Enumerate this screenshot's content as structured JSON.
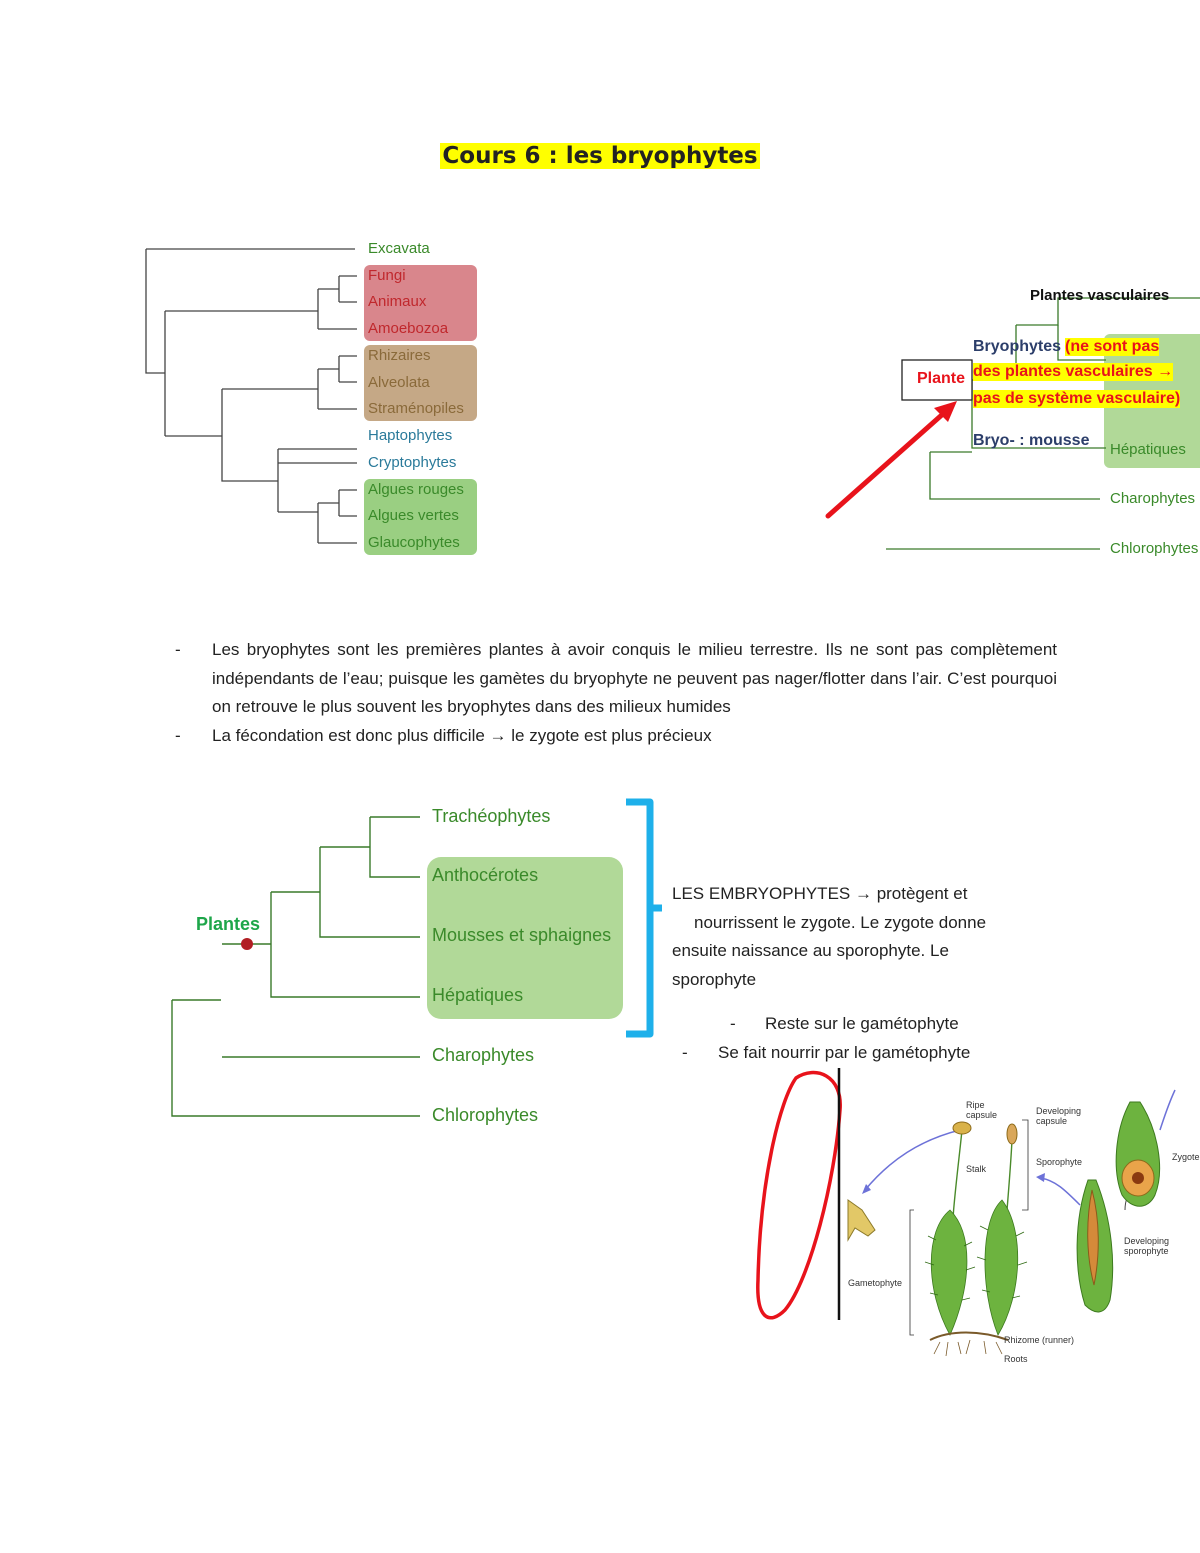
{
  "title": "Cours 6 : les bryophytes",
  "tree_eukaryotes": {
    "taxa": [
      "Excavata",
      "Fungi",
      "Animaux",
      "Amoebozoa",
      "Rhizaires",
      "Alveolata",
      "Straménopiles",
      "Haptophytes",
      "Cryptophytes",
      "Algues rouges",
      "Algues vertes",
      "Glaucophytes"
    ],
    "colors": {
      "red_box": "#d9868c",
      "brown_box": "#c5a886",
      "green_box": "#9acf82"
    }
  },
  "tree_plants_right": {
    "plantes": "Plante",
    "vascular": "Plantes vasculaires",
    "bryophytes": "Bryophytes",
    "note_line1": "(ne sont pas",
    "note_line2": "des plantes vasculaires →",
    "note_line3": "pas de système vasculaire)",
    "bryo_mousse": "Bryo- : mousse",
    "hepatiques": "Hépatiques",
    "charophytes": "Charophytes",
    "chlorophytes": "Chlorophytes"
  },
  "bullets": [
    "Les bryophytes sont les premières plantes à avoir conquis le milieu terrestre. Ils ne sont pas complètement indépendants de l’eau; puisque les gamètes du bryophyte ne peuvent pas nager/flotter dans l’air. C’est pourquoi on retrouve le plus souvent les bryophytes dans des milieux humides",
    "La fécondation est donc plus difficile  → le zygote est plus précieux"
  ],
  "tree_plants": {
    "root": "Plantes",
    "taxa": [
      "Trachéophytes",
      "Anthocérotes",
      "Mousses et sphaignes",
      "Hépatiques",
      "Charophytes",
      "Chlorophytes"
    ]
  },
  "embryophytes": {
    "line1": "LES EMBRYOPHYTES → protègent et",
    "line2": "nourrissent le zygote. Le zygote donne",
    "line3": "ensuite naissance au sporophyte. Le",
    "line4": "sporophyte",
    "sub1": "Reste sur le gamétophyte",
    "sub2": "Se fait nourrir par le gamétophyte"
  },
  "moss_figure": {
    "ripe_capsule": "Ripe capsule",
    "developing_capsule": "Developing capsule",
    "stalk": "Stalk",
    "sporophyte": "Sporophyte",
    "zygote": "Zygote",
    "developing_sporophyte": "Developing sporophyte",
    "gametophyte": "Gametophyte",
    "rhizome": "Rhizome (runner)",
    "roots": "Roots"
  }
}
